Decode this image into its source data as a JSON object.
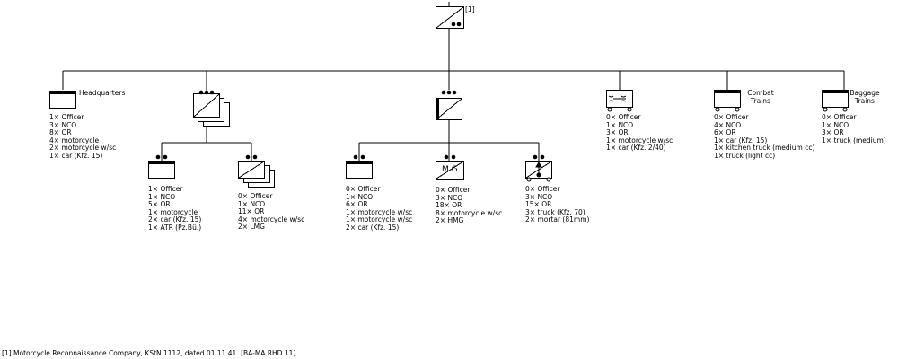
{
  "root": {
    "ref": "[1]"
  },
  "footnote": "[1] Motorcycle Reconnaissance Company, KStN 1112, dated 01.11.41. [BA-MA RHD 11]",
  "units": {
    "hq": {
      "label": "Headquarters",
      "lines": [
        "1× Officer",
        "3× NCO",
        "8× OR",
        "4× motorcycle",
        "2× motorcycle w/sc",
        "1× car (Kfz. 15)"
      ]
    },
    "hq2": {
      "lines": [
        "1× Officer",
        "1× NCO",
        "5× OR",
        "1× motorcycle",
        "2× car (Kfz. 15)",
        "1× ATR (Pz.Bü.)"
      ]
    },
    "pl1": {
      "lines": [
        "0× Officer",
        "1× NCO",
        "11× OR",
        "4× motorcycle w/sc",
        "2× LMG"
      ]
    },
    "hq3": {
      "lines": [
        "0× Officer",
        "1× NCO",
        "6× OR",
        "1× motorcycle w/sc",
        "1× motorcycle w/sc",
        "2× car (Kfz. 15)"
      ]
    },
    "mg": {
      "symbol": "M G",
      "lines": [
        "0× Officer",
        "3× NCO",
        "18× OR",
        "8× motorcycle w/sc",
        "2× HMG"
      ]
    },
    "mortar": {
      "lines": [
        "0× Officer",
        "3× NCO",
        "15× OR",
        "3× truck (Kfz. 70)",
        "2× mortar (81mm)"
      ]
    },
    "repair": {
      "lines": [
        "0× Officer",
        "1× NCO",
        "3× OR",
        "1× motorcycle w/sc",
        "1× car (Kfz. 2/40)"
      ]
    },
    "combat": {
      "label": "Combat Trains",
      "lines": [
        "0× Officer",
        "4× NCO",
        "6× OR",
        "1× car (Kfz. 15)",
        "1× kitchen truck (medium cc)",
        "1× truck (light cc)"
      ]
    },
    "baggage": {
      "label": "Baggage Trains",
      "lines": [
        "0× Officer",
        "1× NCO",
        "3× OR",
        "1× truck (medium)"
      ]
    }
  }
}
